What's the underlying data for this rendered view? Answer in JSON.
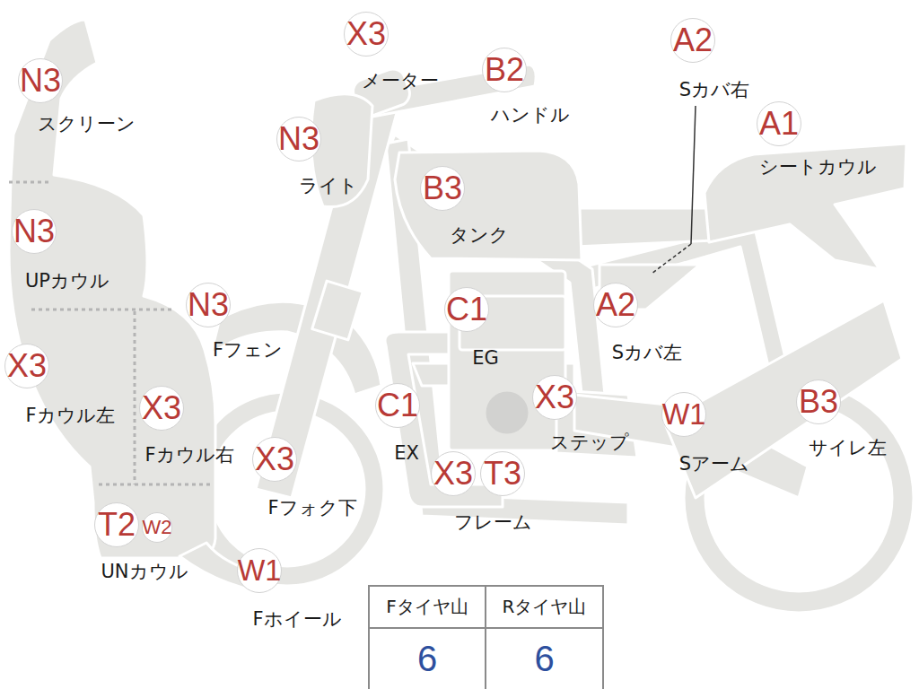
{
  "diagram": {
    "nodes": [
      {
        "text": [
          "N3",
          "スクリーン"
        ]
      },
      {
        "text": [
          "X3",
          "メーター"
        ]
      },
      {
        "text": [
          "A2",
          "Sカバ右"
        ]
      },
      {
        "text": [
          "B2",
          "ハンドル"
        ]
      },
      {
        "text": [
          "A1",
          "シートカウル"
        ]
      },
      {
        "text": [
          "N3",
          "ライト"
        ]
      },
      {
        "text": [
          "B3",
          "タンク"
        ]
      },
      {
        "text": [
          "N3",
          "UPカウル"
        ]
      },
      {
        "text": [
          "N3",
          "Fフェン"
        ]
      },
      {
        "text": [
          "C1",
          "EG"
        ]
      },
      {
        "text": [
          "A2",
          "Sカバ左"
        ]
      },
      {
        "text": [
          "X3",
          "Fカウル左"
        ]
      },
      {
        "text": [
          "C1",
          "EX"
        ]
      },
      {
        "text": [
          "X3",
          "ステップ"
        ]
      },
      {
        "text": [
          "B3",
          "サイレ左"
        ]
      },
      {
        "text": [
          "X3",
          "Fカウル右"
        ]
      },
      {
        "text": [
          "W1",
          "Sアーム"
        ]
      },
      {
        "text": [
          "X3",
          "Fフォク下"
        ]
      },
      {
        "text": [
          "X3"
        ]
      },
      {
        "text": [
          "T3",
          "フレーム"
        ]
      },
      {
        "text": [
          "T2",
          "UNカウル"
        ]
      },
      {
        "text": [
          "W2"
        ]
      },
      {
        "text": [
          "W1",
          "Fホイール"
        ]
      }
    ],
    "labels": [
      "Fタイヤ山",
      "Rタイヤ山",
      "6",
      "6"
    ]
  }
}
